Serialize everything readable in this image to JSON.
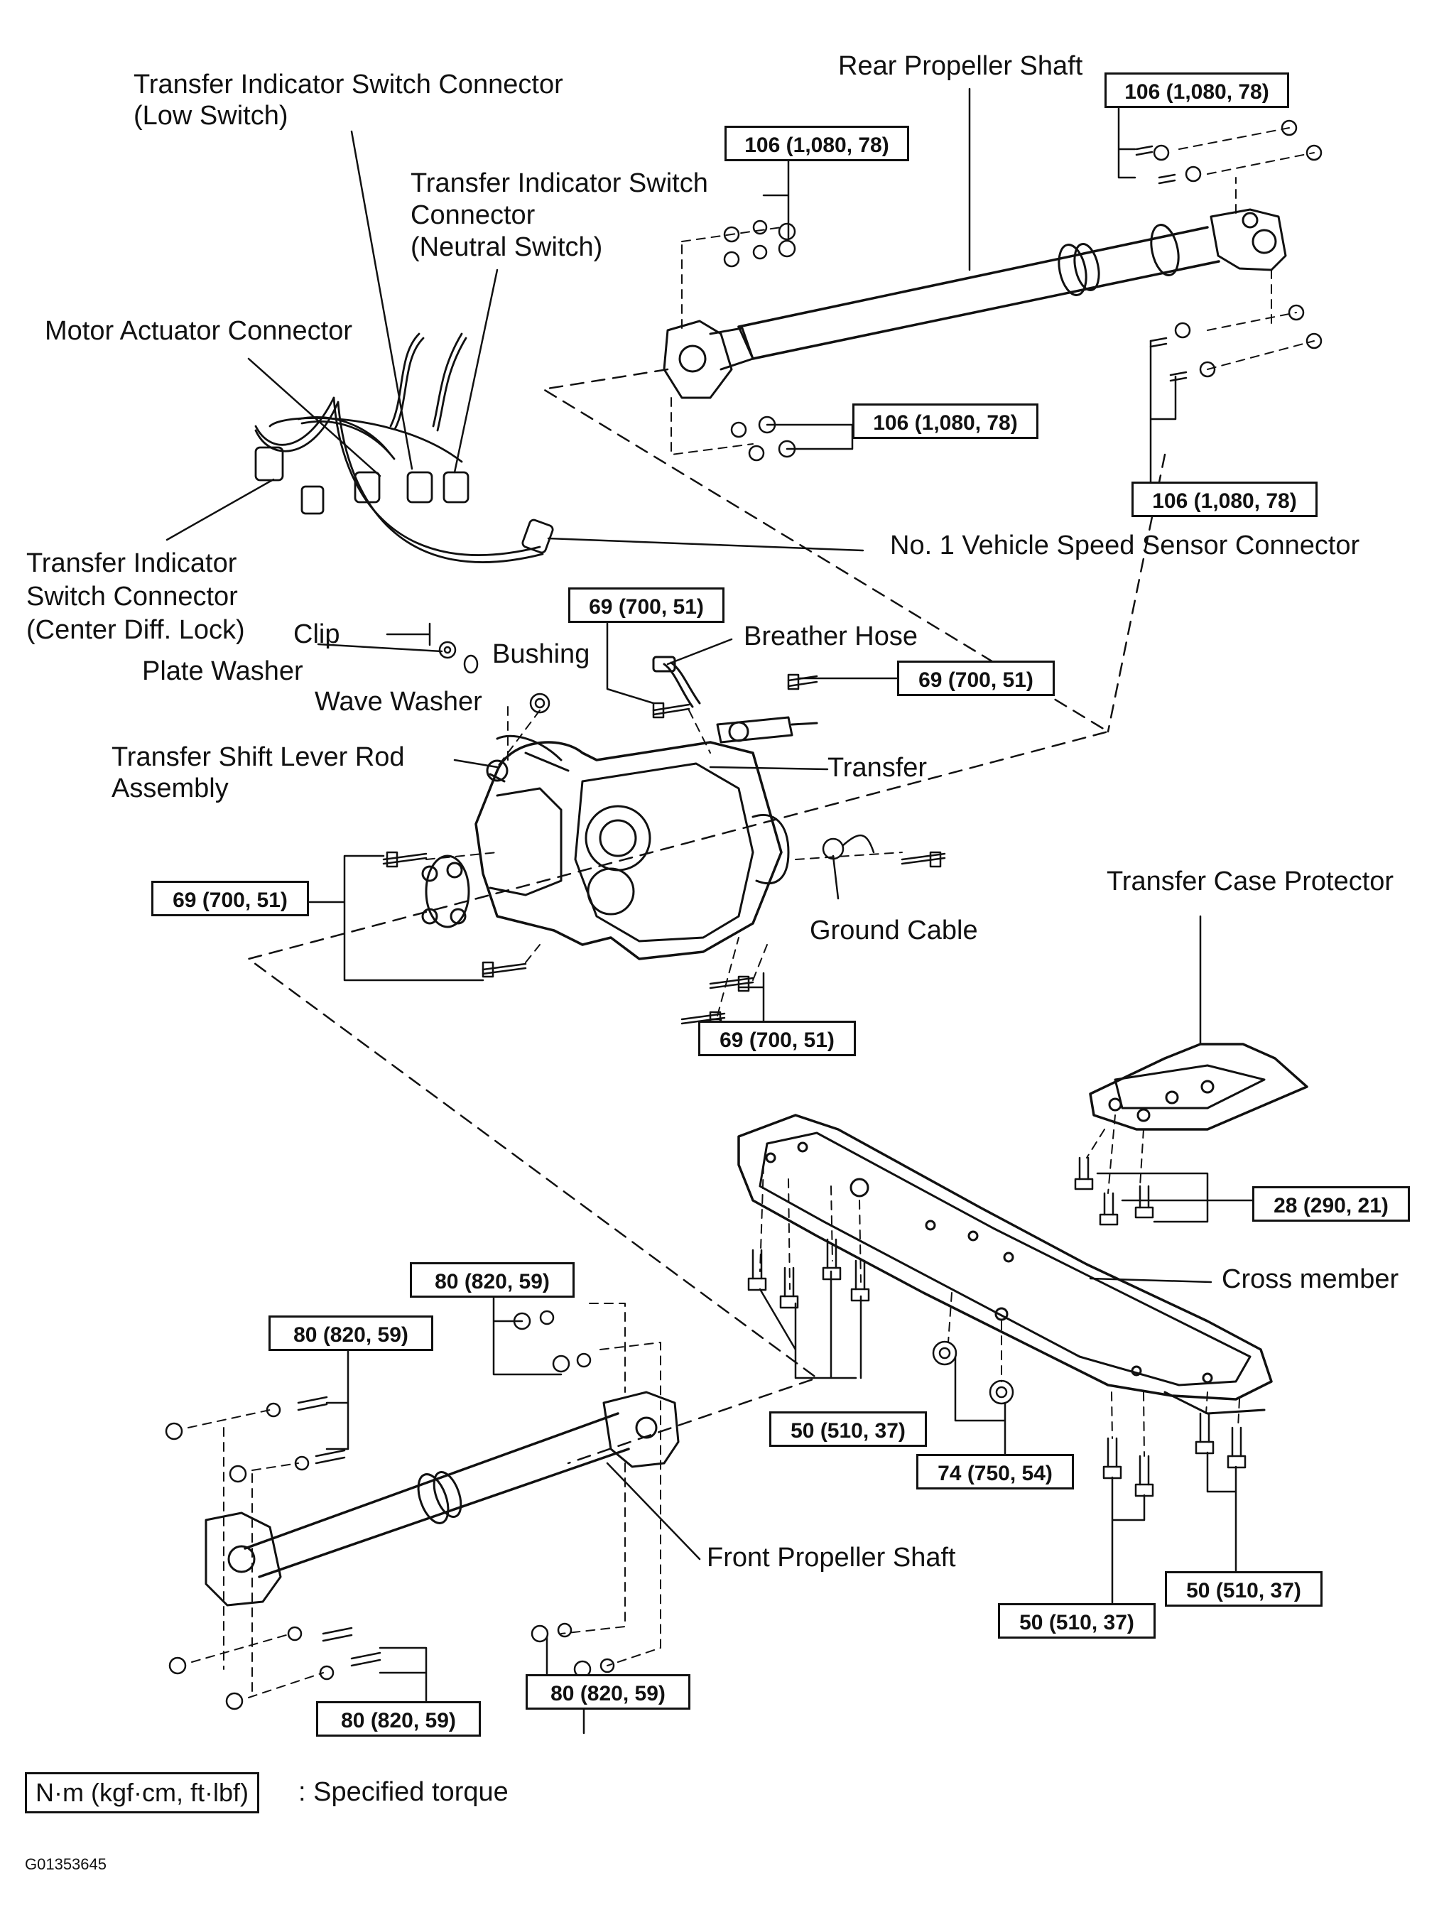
{
  "labels": {
    "rear_propeller_shaft": "Rear Propeller Shaft",
    "low_switch_connector_l1": "Transfer Indicator Switch Connector",
    "low_switch_connector_l2": "(Low Switch)",
    "neutral_switch_connector_l1": "Transfer Indicator Switch",
    "neutral_switch_connector_l2": "Connector",
    "neutral_switch_connector_l3": "(Neutral Switch)",
    "motor_actuator_connector": "Motor Actuator Connector",
    "center_diff_connector_l1": "Transfer Indicator",
    "center_diff_connector_l2": "Switch Connector",
    "center_diff_connector_l3": "(Center Diff. Lock)",
    "speed_sensor_connector": "No. 1 Vehicle Speed Sensor Connector",
    "clip": "Clip",
    "plate_washer": "Plate Washer",
    "bushing": "Bushing",
    "wave_washer": "Wave Washer",
    "breather_hose": "Breather Hose",
    "shift_lever_rod_l1": "Transfer Shift Lever Rod",
    "shift_lever_rod_l2": "Assembly",
    "transfer": "Transfer",
    "transfer_case_protector": "Transfer Case Protector",
    "ground_cable": "Ground Cable",
    "cross_member": "Cross member",
    "front_propeller_shaft": "Front Propeller Shaft"
  },
  "torques": {
    "rear_top_right": "106 (1,080, 78)",
    "rear_top_left": "106 (1,080, 78)",
    "rear_bottom_left": "106 (1,080, 78)",
    "rear_bottom_right": "106 (1,080, 78)",
    "transfer_top": "69 (700, 51)",
    "transfer_right": "69 (700, 51)",
    "transfer_left": "69 (700, 51)",
    "transfer_bottom": "69 (700, 51)",
    "protector": "28 (290, 21)",
    "front_top_center": "80 (820, 59)",
    "front_top_left": "80 (820, 59)",
    "front_bottom_left": "80 (820, 59)",
    "front_bottom_center": "80 (820, 59)",
    "crossmember_left": "50 (510, 37)",
    "crossmember_mid": "74 (750, 54)",
    "crossmember_bottom_left": "50 (510, 37)",
    "crossmember_bottom_right": "50 (510, 37)"
  },
  "legend": {
    "unit_box": "N·m (kgf·cm, ft·lbf)",
    "description": ": Specified torque"
  },
  "figure_code": "G01353645"
}
